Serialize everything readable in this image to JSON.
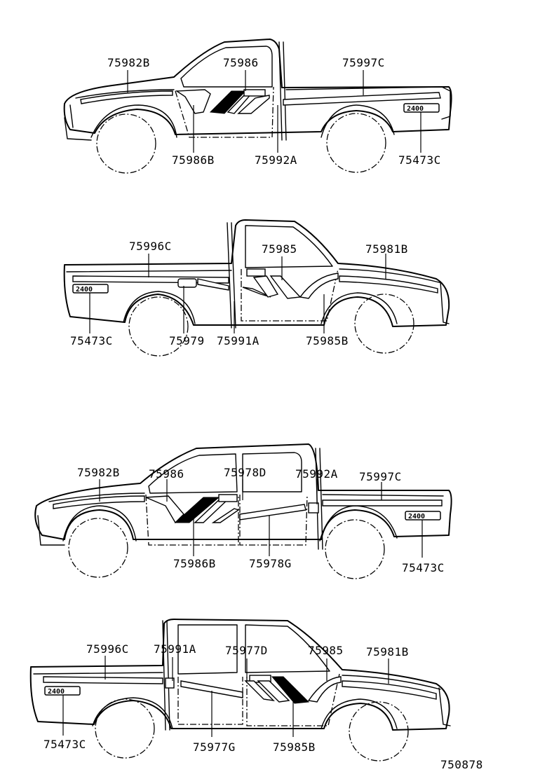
{
  "diagrams": [
    {
      "name": "regular-cab-left-side",
      "labels": [
        "75982B",
        "75986",
        "75997C",
        "75986B",
        "75992A",
        "75473C"
      ],
      "badge": "2400"
    },
    {
      "name": "regular-cab-right-side",
      "labels": [
        "75996C",
        "75985",
        "75981B",
        "75473C",
        "75979",
        "75991A",
        "75985B"
      ],
      "badge": "2400"
    },
    {
      "name": "double-cab-left-side",
      "labels": [
        "75982B",
        "75986",
        "75978D",
        "75992A",
        "75997C",
        "75986B",
        "75978G",
        "75473C"
      ],
      "badge": "2400"
    },
    {
      "name": "double-cab-right-side",
      "labels": [
        "75996C",
        "75991A",
        "75977D",
        "75985",
        "75981B",
        "75473C",
        "75977G",
        "75985B"
      ],
      "badge": "2400"
    }
  ],
  "figure_number": "750878"
}
